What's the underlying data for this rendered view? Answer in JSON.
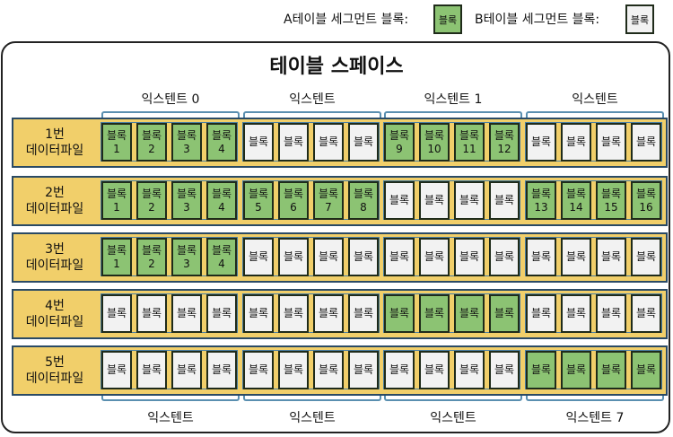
{
  "legend": {
    "a_label": "A테이블 세그먼트 블록:",
    "a_box": "블록",
    "b_label": "B테이블 세그먼트 블록:",
    "b_box": "블록"
  },
  "colors": {
    "table_a": "#8cc373",
    "table_b": "#f2f2f2",
    "datafile_bg": "#f1cf6a",
    "extent_bracket": "#5a8fb0"
  },
  "title": "테이블 스페이스",
  "extent_labels_top": [
    "익스텐트 0",
    "익스텐트",
    "익스텐트 1",
    "익스텐트"
  ],
  "extent_labels_bottom": [
    "익스텐트",
    "익스텐트",
    "익스텐트",
    "익스텐트 7"
  ],
  "block_word": "블록",
  "datafiles": [
    {
      "label_num": "1번",
      "label_text": "데이터파일",
      "blocks": [
        {
          "t": "A",
          "n": "1"
        },
        {
          "t": "A",
          "n": "2"
        },
        {
          "t": "A",
          "n": "3"
        },
        {
          "t": "A",
          "n": "4"
        },
        {
          "t": "B",
          "n": ""
        },
        {
          "t": "B",
          "n": ""
        },
        {
          "t": "B",
          "n": ""
        },
        {
          "t": "B",
          "n": ""
        },
        {
          "t": "A",
          "n": "9"
        },
        {
          "t": "A",
          "n": "10"
        },
        {
          "t": "A",
          "n": "11"
        },
        {
          "t": "A",
          "n": "12"
        },
        {
          "t": "B",
          "n": ""
        },
        {
          "t": "B",
          "n": ""
        },
        {
          "t": "B",
          "n": ""
        },
        {
          "t": "B",
          "n": ""
        }
      ]
    },
    {
      "label_num": "2번",
      "label_text": "데이터파일",
      "blocks": [
        {
          "t": "A",
          "n": "1"
        },
        {
          "t": "A",
          "n": "2"
        },
        {
          "t": "A",
          "n": "3"
        },
        {
          "t": "A",
          "n": "4"
        },
        {
          "t": "A",
          "n": "5"
        },
        {
          "t": "A",
          "n": "6"
        },
        {
          "t": "A",
          "n": "7"
        },
        {
          "t": "A",
          "n": "8"
        },
        {
          "t": "B",
          "n": ""
        },
        {
          "t": "B",
          "n": ""
        },
        {
          "t": "B",
          "n": ""
        },
        {
          "t": "B",
          "n": ""
        },
        {
          "t": "A",
          "n": "13"
        },
        {
          "t": "A",
          "n": "14"
        },
        {
          "t": "A",
          "n": "15"
        },
        {
          "t": "A",
          "n": "16"
        }
      ]
    },
    {
      "label_num": "3번",
      "label_text": "데이터파일",
      "blocks": [
        {
          "t": "A",
          "n": "1"
        },
        {
          "t": "A",
          "n": "2"
        },
        {
          "t": "A",
          "n": "3"
        },
        {
          "t": "A",
          "n": "4"
        },
        {
          "t": "B",
          "n": ""
        },
        {
          "t": "B",
          "n": ""
        },
        {
          "t": "B",
          "n": ""
        },
        {
          "t": "B",
          "n": ""
        },
        {
          "t": "B",
          "n": ""
        },
        {
          "t": "B",
          "n": ""
        },
        {
          "t": "B",
          "n": ""
        },
        {
          "t": "B",
          "n": ""
        },
        {
          "t": "B",
          "n": ""
        },
        {
          "t": "B",
          "n": ""
        },
        {
          "t": "B",
          "n": ""
        },
        {
          "t": "B",
          "n": ""
        }
      ]
    },
    {
      "label_num": "4번",
      "label_text": "데이터파일",
      "blocks": [
        {
          "t": "B",
          "n": ""
        },
        {
          "t": "B",
          "n": ""
        },
        {
          "t": "B",
          "n": ""
        },
        {
          "t": "B",
          "n": ""
        },
        {
          "t": "B",
          "n": ""
        },
        {
          "t": "B",
          "n": ""
        },
        {
          "t": "B",
          "n": ""
        },
        {
          "t": "B",
          "n": ""
        },
        {
          "t": "A",
          "n": ""
        },
        {
          "t": "A",
          "n": ""
        },
        {
          "t": "A",
          "n": ""
        },
        {
          "t": "A",
          "n": ""
        },
        {
          "t": "B",
          "n": ""
        },
        {
          "t": "B",
          "n": ""
        },
        {
          "t": "B",
          "n": ""
        },
        {
          "t": "B",
          "n": ""
        }
      ]
    },
    {
      "label_num": "5번",
      "label_text": "데이터파일",
      "blocks": [
        {
          "t": "B",
          "n": ""
        },
        {
          "t": "B",
          "n": ""
        },
        {
          "t": "B",
          "n": ""
        },
        {
          "t": "B",
          "n": ""
        },
        {
          "t": "B",
          "n": ""
        },
        {
          "t": "B",
          "n": ""
        },
        {
          "t": "B",
          "n": ""
        },
        {
          "t": "B",
          "n": ""
        },
        {
          "t": "B",
          "n": ""
        },
        {
          "t": "B",
          "n": ""
        },
        {
          "t": "B",
          "n": ""
        },
        {
          "t": "B",
          "n": ""
        },
        {
          "t": "A",
          "n": ""
        },
        {
          "t": "A",
          "n": ""
        },
        {
          "t": "A",
          "n": ""
        },
        {
          "t": "A",
          "n": ""
        }
      ]
    }
  ]
}
